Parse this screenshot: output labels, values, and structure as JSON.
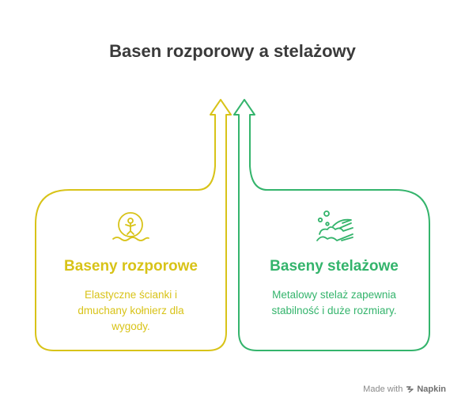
{
  "title": "Basen rozporowy a stelażowy",
  "colors": {
    "left": "#d8c318",
    "right": "#34b46c"
  },
  "left_card": {
    "icon": "swimmer-ring-icon",
    "heading": "Baseny rozporowe",
    "description_lines": [
      "Elastyczne ścianki i",
      "dmuchany kołnierz dla",
      "wygody."
    ]
  },
  "right_card": {
    "icon": "water-splash-icon",
    "heading": "Baseny stelażowe",
    "description_lines": [
      "Metalowy stelaż zapewnia",
      "stabilność i duże rozmiary."
    ]
  },
  "footer": {
    "prefix": "Made with",
    "brand": "Napkin"
  }
}
